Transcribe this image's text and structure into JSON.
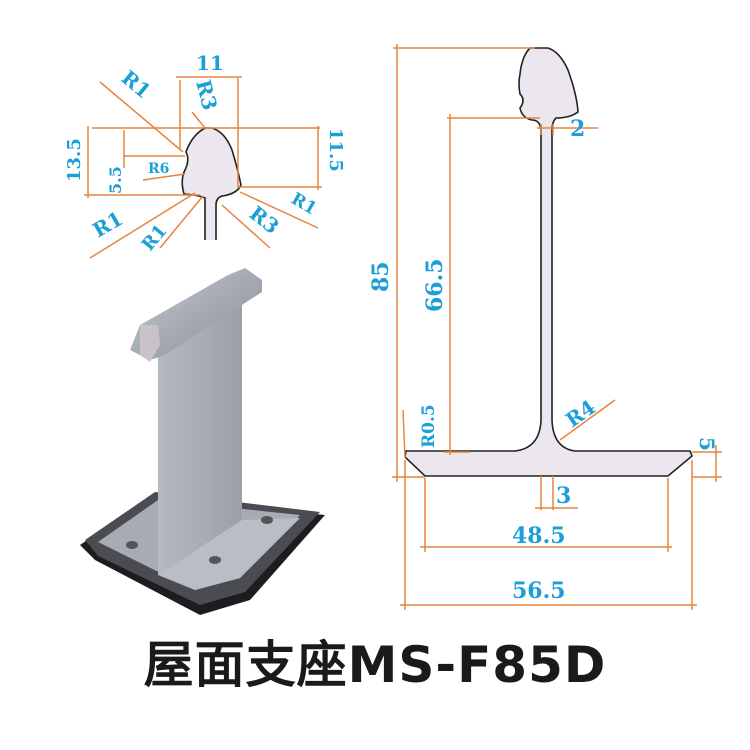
{
  "title": "屋面支座MS-F85D",
  "detail_dims": {
    "width_top": "11",
    "r3_top": "R3",
    "r1_top": "R1",
    "h_left": "13.5",
    "h_inner": "5.5",
    "r6": "R6",
    "h_right": "11.5",
    "r1_bl": "R1",
    "r1_bm": "R1",
    "r3_br": "R3",
    "r1_br": "R1"
  },
  "main_dims": {
    "total_height": "85",
    "web_height": "66.5",
    "web_thk": "2",
    "r_fillet": "R4",
    "r_edge": "R0.5",
    "flange_thk": "5",
    "gap": "3",
    "base_inner": "48.5",
    "base_outer": "56.5"
  },
  "colors": {
    "dimension": "#e8843c",
    "label": "#1b9fd6",
    "profile": "#ece6ee"
  }
}
